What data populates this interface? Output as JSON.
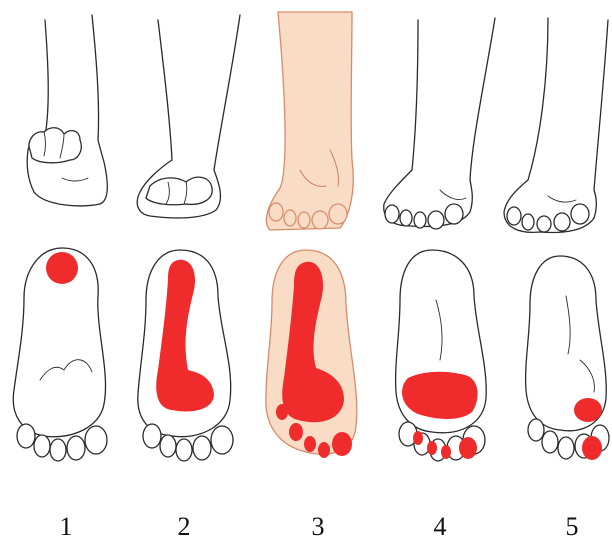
{
  "stage_labels": [
    "1",
    "2",
    "3",
    "4",
    "5"
  ],
  "colors": {
    "pressure": "#ef2b2b",
    "skin_highlight": "#f8dcc5",
    "skin_outline": "#d98a6a",
    "line": "#2a2a2a"
  }
}
